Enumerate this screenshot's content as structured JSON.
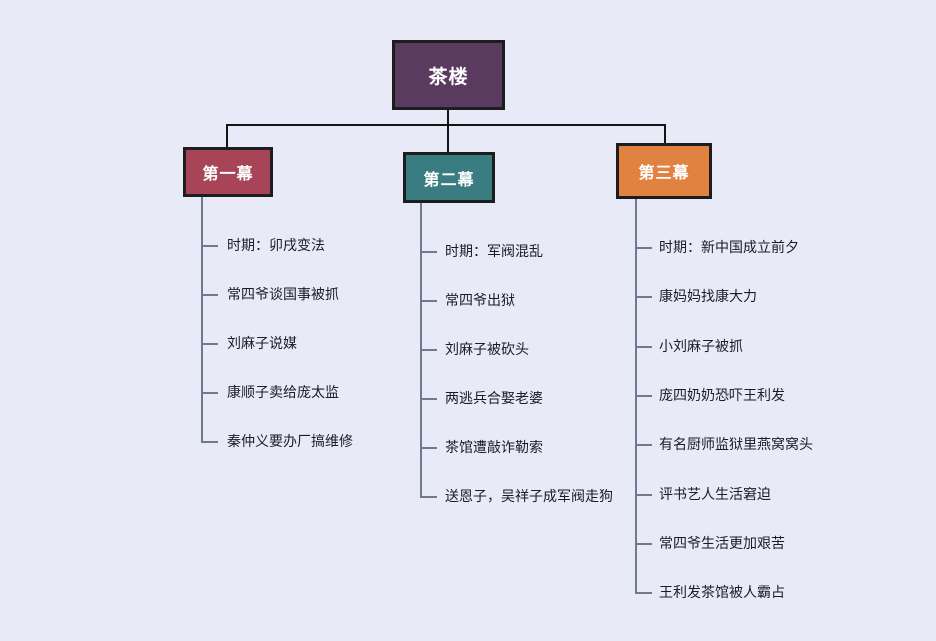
{
  "canvas": {
    "background": "#e8eaf8"
  },
  "root": {
    "label": "茶楼",
    "color": "#5b3a5f",
    "text_color": "#ffffff"
  },
  "connector_colors": {
    "trunk": "#141414",
    "branch": "#6f7a90"
  },
  "branches": [
    {
      "label": "第一幕",
      "color": "#a74458",
      "items": [
        "时期：卯戌变法",
        "常四爷谈国事被抓",
        "刘麻子说媒",
        "康顺子卖给庞太监",
        "秦仲义要办厂搞维修"
      ]
    },
    {
      "label": "第二幕",
      "color": "#3a7d80",
      "items": [
        "时期：军阀混乱",
        "常四爷出狱",
        "刘麻子被砍头",
        "两逃兵合娶老婆",
        "茶馆遭敲诈勒索",
        "送恩子，吴祥子成军阀走狗"
      ]
    },
    {
      "label": "第三幕",
      "color": "#e08240",
      "items": [
        "时期：新中国成立前夕",
        "康妈妈找康大力",
        "小刘麻子被抓",
        "庞四奶奶恐吓王利发",
        "有名厨师监狱里燕窝窝头",
        "评书艺人生活窘迫",
        "常四爷生活更加艰苦",
        "王利发茶馆被人霸占"
      ]
    }
  ]
}
